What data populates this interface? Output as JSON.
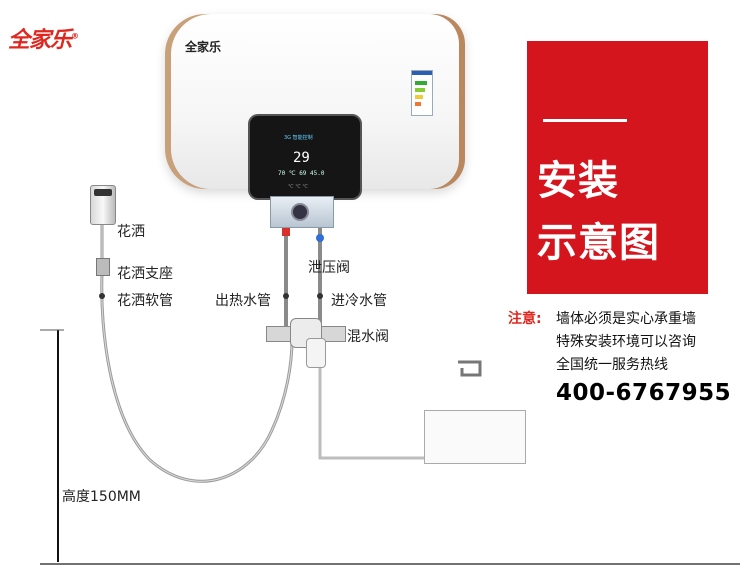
{
  "brand": {
    "logo_text": "全家乐",
    "mark": "®"
  },
  "heater": {
    "logo_text": "全家乐",
    "panel_title": "3G 智能控制",
    "panel_temp": "29",
    "panel_row": "70 ℃ 69 45.0",
    "panel_low": "℃ ℃ ℃"
  },
  "labels": {
    "shower": "花洒",
    "shower_holder": "花洒支座",
    "shower_hose": "花洒软管",
    "relief_valve": "泄压阀",
    "hot_outlet": "出热水管",
    "cold_inlet": "进冷水管",
    "mixing_valve": "混水阀",
    "height": "高度150MM"
  },
  "banner": {
    "line1": "安装",
    "line2": "示意图"
  },
  "notice": {
    "prefix": "注意:",
    "line1": "墙体必须是实心承重墙",
    "line2": "特殊安装环境可以咨询",
    "line3": "全国统一服务热线",
    "phone": "400-6767955"
  },
  "colors": {
    "brand_red": "#e0271f",
    "banner_red": "#d5151e"
  }
}
